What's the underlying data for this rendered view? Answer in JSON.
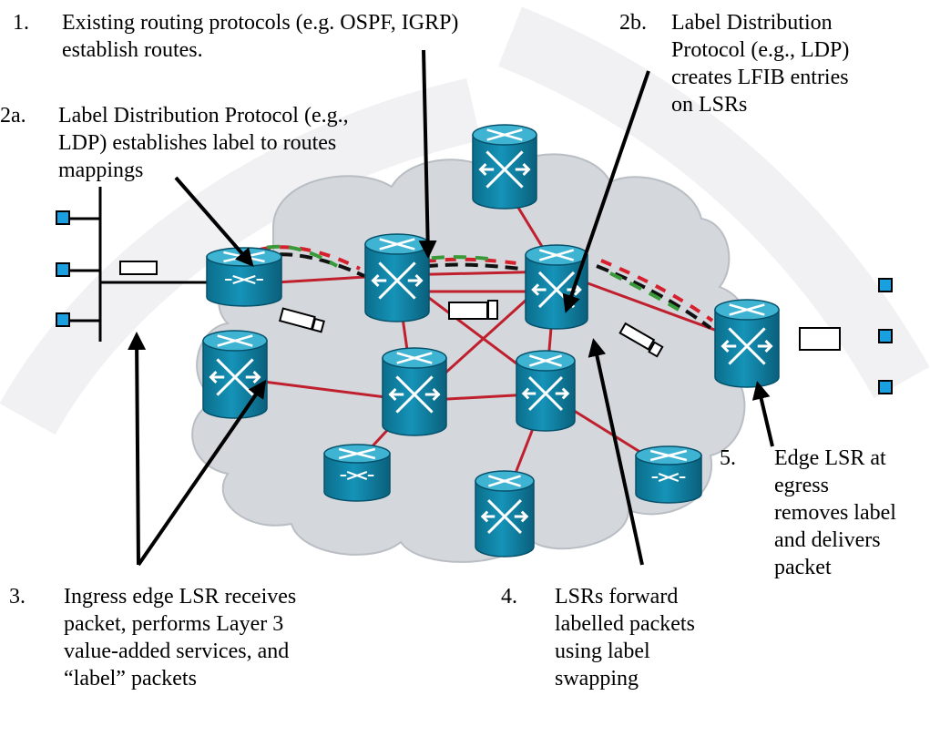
{
  "colors": {
    "cloud": "#d4d8dc",
    "cloud_edge": "#b9bec4",
    "router_body": "#0a7fa0",
    "router_top": "#3fb3d2",
    "link": "#c0202e",
    "arrow_red": "#d6202e",
    "arrow_green": "#3a9a3a",
    "arrow_black": "#111111",
    "host": "#1aa0e0",
    "watermark": "#f1f1f3"
  },
  "callouts": {
    "c1": {
      "num": "1.",
      "lines": [
        "Existing routing protocols (e.g. OSPF, IGRP)",
        "establish routes."
      ]
    },
    "c2a": {
      "num": "2a.",
      "lines": [
        "Label Distribution Protocol (e.g.,",
        "LDP) establishes label to routes",
        "mappings"
      ]
    },
    "c2b": {
      "num": "2b.",
      "lines": [
        "Label Distribution",
        "Protocol (e.g., LDP)",
        "creates LFIB entries",
        "on LSRs"
      ]
    },
    "c3": {
      "num": "3.",
      "lines": [
        "Ingress edge LSR receives",
        "packet, performs Layer 3",
        "value-added services, and",
        "“label” packets"
      ]
    },
    "c4": {
      "num": "4.",
      "lines": [
        "LSRs forward",
        "labelled packets",
        "using label",
        "swapping"
      ]
    },
    "c5": {
      "num": "5.",
      "lines": [
        "Edge LSR at",
        "egress",
        "removes label",
        "and delivers",
        "packet"
      ]
    }
  },
  "icons": [
    "router-icon",
    "lsr-switch-icon",
    "host-icon",
    "packet-icon",
    "labelled-packet-icon",
    "cloud-icon"
  ]
}
